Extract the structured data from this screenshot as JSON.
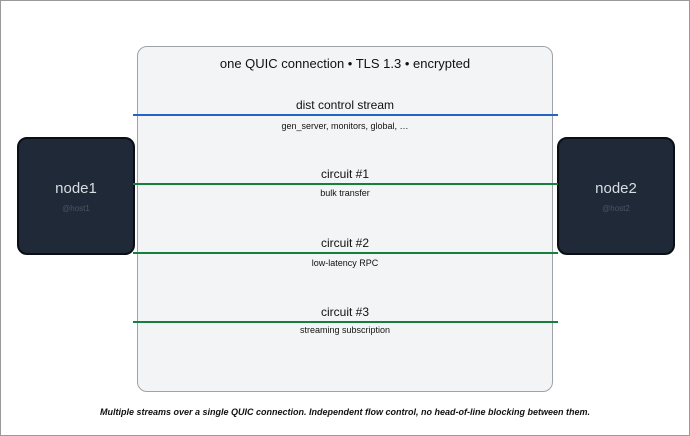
{
  "connection": {
    "title": "one QUIC connection • TLS 1.3 • encrypted"
  },
  "nodes": [
    {
      "name": "node1",
      "host": "@host1"
    },
    {
      "name": "node2",
      "host": "@host2"
    }
  ],
  "streams": [
    {
      "label": "dist control stream",
      "sub": "gen_server, monitors, global, …",
      "color": "#2563c9"
    },
    {
      "label": "circuit #1",
      "sub": "bulk transfer",
      "color": "#15803d"
    },
    {
      "label": "circuit #2",
      "sub": "low-latency RPC",
      "color": "#15803d"
    },
    {
      "label": "circuit #3",
      "sub": "streaming subscription",
      "color": "#15803d"
    }
  ],
  "caption": "Multiple streams over a single QUIC connection. Independent flow control, no head-of-line blocking between them."
}
